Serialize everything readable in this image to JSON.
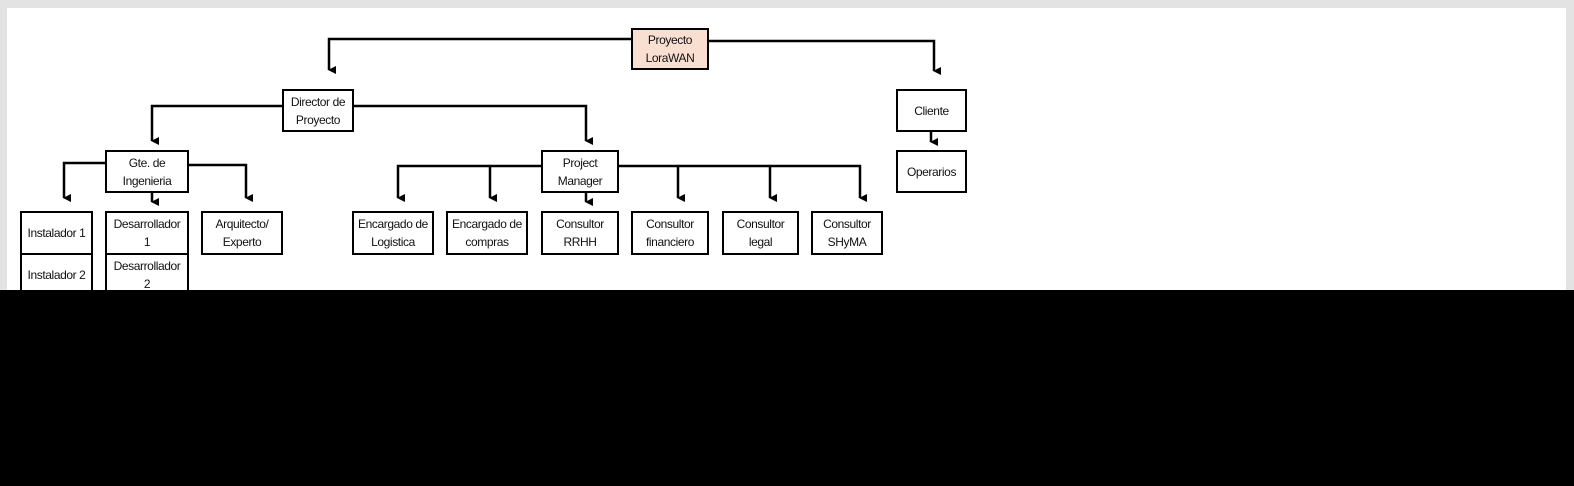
{
  "diagram": {
    "type": "org-chart",
    "root_fill": "#f9ded2",
    "nodes": {
      "root": [
        "Proyecto",
        "LoraWAN"
      ],
      "director": [
        "Director de",
        "Proyecto"
      ],
      "cliente": [
        "Cliente"
      ],
      "operarios": [
        "Operarios"
      ],
      "gte": [
        "Gte. de",
        "Ingenieria"
      ],
      "pm": [
        "Project",
        "Manager"
      ],
      "instalador1": [
        "Instalador 1"
      ],
      "instalador2": [
        "Instalador 2"
      ],
      "desarrollador1": [
        "Desarrollador",
        "1"
      ],
      "desarrollador2": [
        "Desarrollador",
        "2"
      ],
      "arquitecto": [
        "Arquitecto/",
        "Experto"
      ],
      "logistica": [
        "Encargado de",
        "Logistica"
      ],
      "compras": [
        "Encargado de",
        "compras"
      ],
      "rrhh": [
        "Consultor",
        "RRHH"
      ],
      "financiero": [
        "Consultor",
        "financiero"
      ],
      "legal": [
        "Consultor",
        "legal"
      ],
      "shyma": [
        "Consultor",
        "SHyMA"
      ]
    },
    "edges": [
      [
        "root",
        "director"
      ],
      [
        "root",
        "cliente"
      ],
      [
        "cliente",
        "operarios"
      ],
      [
        "director",
        "gte"
      ],
      [
        "director",
        "pm"
      ],
      [
        "gte",
        "instalador1"
      ],
      [
        "gte",
        "desarrollador1"
      ],
      [
        "gte",
        "arquitecto"
      ],
      [
        "pm",
        "logistica"
      ],
      [
        "pm",
        "compras"
      ],
      [
        "pm",
        "rrhh"
      ],
      [
        "pm",
        "financiero"
      ],
      [
        "pm",
        "legal"
      ],
      [
        "pm",
        "shyma"
      ]
    ]
  }
}
